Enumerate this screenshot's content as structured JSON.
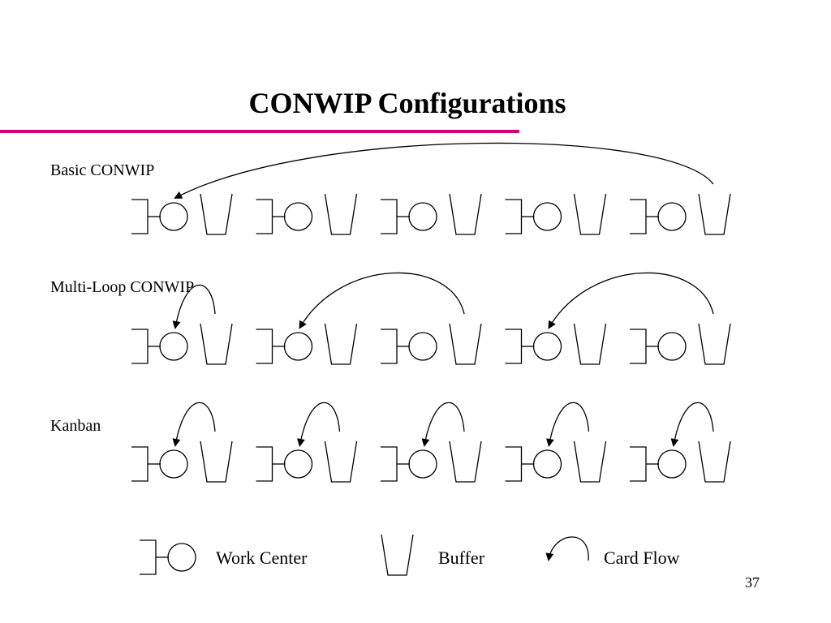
{
  "slide": {
    "title": "CONWIP Configurations",
    "accent_color": "#cc0077",
    "page_number": "37"
  },
  "rows": [
    {
      "label": "Basic CONWIP",
      "stations": 5,
      "card_loops": [
        {
          "from_station": 5,
          "to_station": 1
        }
      ]
    },
    {
      "label": "Multi-Loop CONWIP",
      "stations": 5,
      "card_loops": [
        {
          "from_station": 1,
          "to_station": 1
        },
        {
          "from_station": 3,
          "to_station": 2
        },
        {
          "from_station": 5,
          "to_station": 4
        }
      ]
    },
    {
      "label": "Kanban",
      "stations": 5,
      "card_loops": [
        {
          "from_station": 1,
          "to_station": 1
        },
        {
          "from_station": 2,
          "to_station": 2
        },
        {
          "from_station": 3,
          "to_station": 3
        },
        {
          "from_station": 4,
          "to_station": 4
        },
        {
          "from_station": 5,
          "to_station": 5
        }
      ]
    }
  ],
  "legend": {
    "work_center": "Work Center",
    "buffer": "Buffer",
    "card_flow": "Card Flow"
  }
}
